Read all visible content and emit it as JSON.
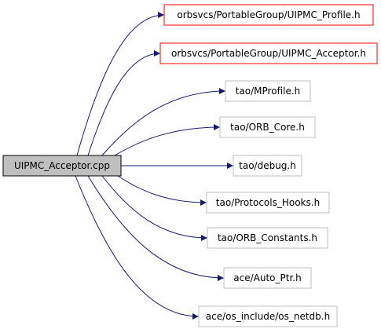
{
  "graph": {
    "source": {
      "label": "UIPMC_Acceptor.cpp",
      "fill": "#bfbfbf",
      "stroke": "#000000"
    },
    "edge_color": "#191970",
    "targets": [
      {
        "label": "orbsvcs/PortableGroup/UIPMC_Profile.h",
        "stroke": "#ff0000",
        "documented": true
      },
      {
        "label": "orbsvcs/PortableGroup/UIPMC_Acceptor.h",
        "stroke": "#ff0000",
        "documented": true
      },
      {
        "label": "tao/MProfile.h",
        "stroke": "#bfbfbf",
        "documented": false
      },
      {
        "label": "tao/ORB_Core.h",
        "stroke": "#bfbfbf",
        "documented": false
      },
      {
        "label": "tao/debug.h",
        "stroke": "#bfbfbf",
        "documented": false
      },
      {
        "label": "tao/Protocols_Hooks.h",
        "stroke": "#bfbfbf",
        "documented": false
      },
      {
        "label": "tao/ORB_Constants.h",
        "stroke": "#bfbfbf",
        "documented": false
      },
      {
        "label": "ace/Auto_Ptr.h",
        "stroke": "#bfbfbf",
        "documented": false
      },
      {
        "label": "ace/os_include/os_netdb.h",
        "stroke": "#bfbfbf",
        "documented": false
      }
    ]
  }
}
